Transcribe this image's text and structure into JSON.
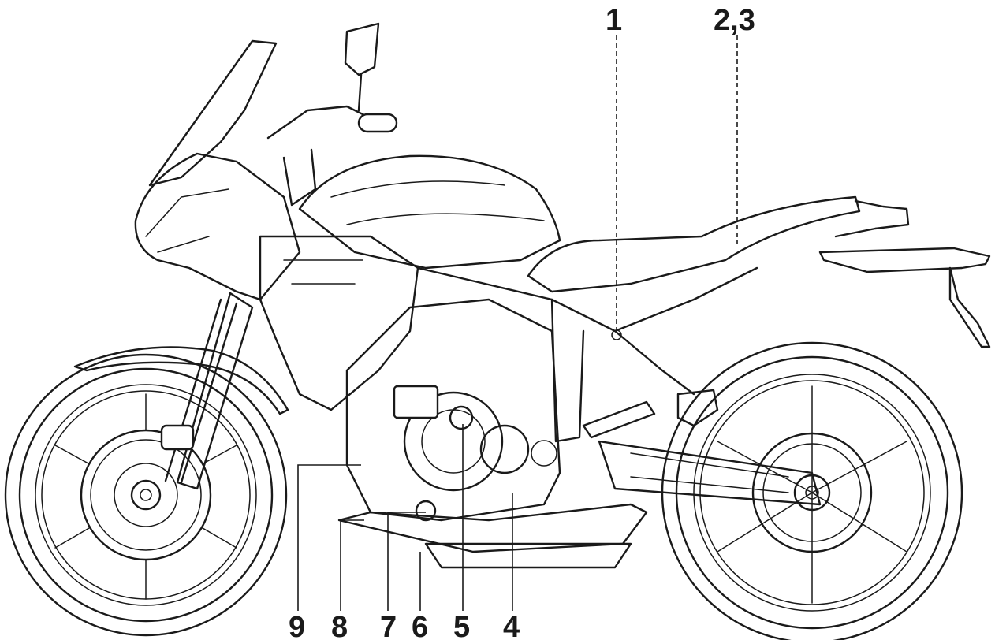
{
  "callouts": {
    "c1": "1",
    "c23": "2,3",
    "c4": "4",
    "c5": "5",
    "c6": "6",
    "c7": "7",
    "c8": "8",
    "c9": "9"
  },
  "colors": {
    "ink": "#1a1a1a",
    "background": "#ffffff"
  }
}
